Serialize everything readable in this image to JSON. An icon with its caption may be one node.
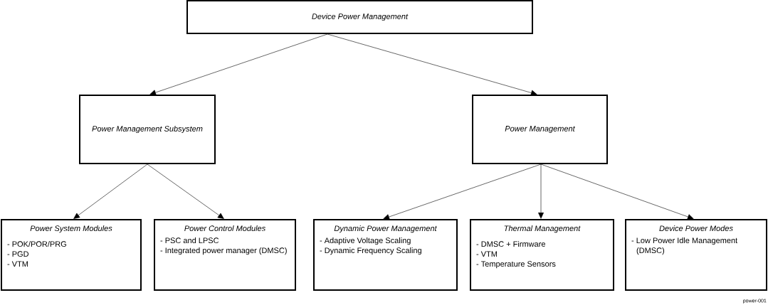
{
  "diagram": {
    "nodes": [
      {
        "text": [
          "Device Power Management"
        ]
      },
      {
        "text": [
          "Power Management Subsystem"
        ]
      },
      {
        "text": [
          "Power Management"
        ]
      },
      {
        "text": [
          "Power System Modules",
          "- POK/POR/PRG",
          "- PGD",
          "- VTM"
        ]
      },
      {
        "text": [
          "Power Control Modules",
          "- PSC and LPSC",
          "- Integrated power manager (DMSC)"
        ]
      },
      {
        "text": [
          "Dynamic Power Management",
          "- Adaptive Voltage Scaling",
          "- Dynamic Frequency Scaling"
        ]
      },
      {
        "text": [
          "Thermal Management",
          "- DMSC + Firmware",
          "- VTM",
          "- Temperature Sensors"
        ]
      },
      {
        "text": [
          "Device Power Modes",
          "- Low Power Idle Management (DMSC)"
        ]
      }
    ],
    "edges": [
      {
        "from": 0,
        "to": 1,
        "arrow": "to"
      },
      {
        "from": 0,
        "to": 2,
        "arrow": "to"
      },
      {
        "from": 1,
        "to": 3,
        "arrow": "to"
      },
      {
        "from": 1,
        "to": 4,
        "arrow": "to"
      },
      {
        "from": 2,
        "to": 5,
        "arrow": "to"
      },
      {
        "from": 2,
        "to": 6,
        "arrow": "to"
      },
      {
        "from": 2,
        "to": 7,
        "arrow": "to"
      }
    ],
    "labels": [
      "power-001"
    ]
  }
}
